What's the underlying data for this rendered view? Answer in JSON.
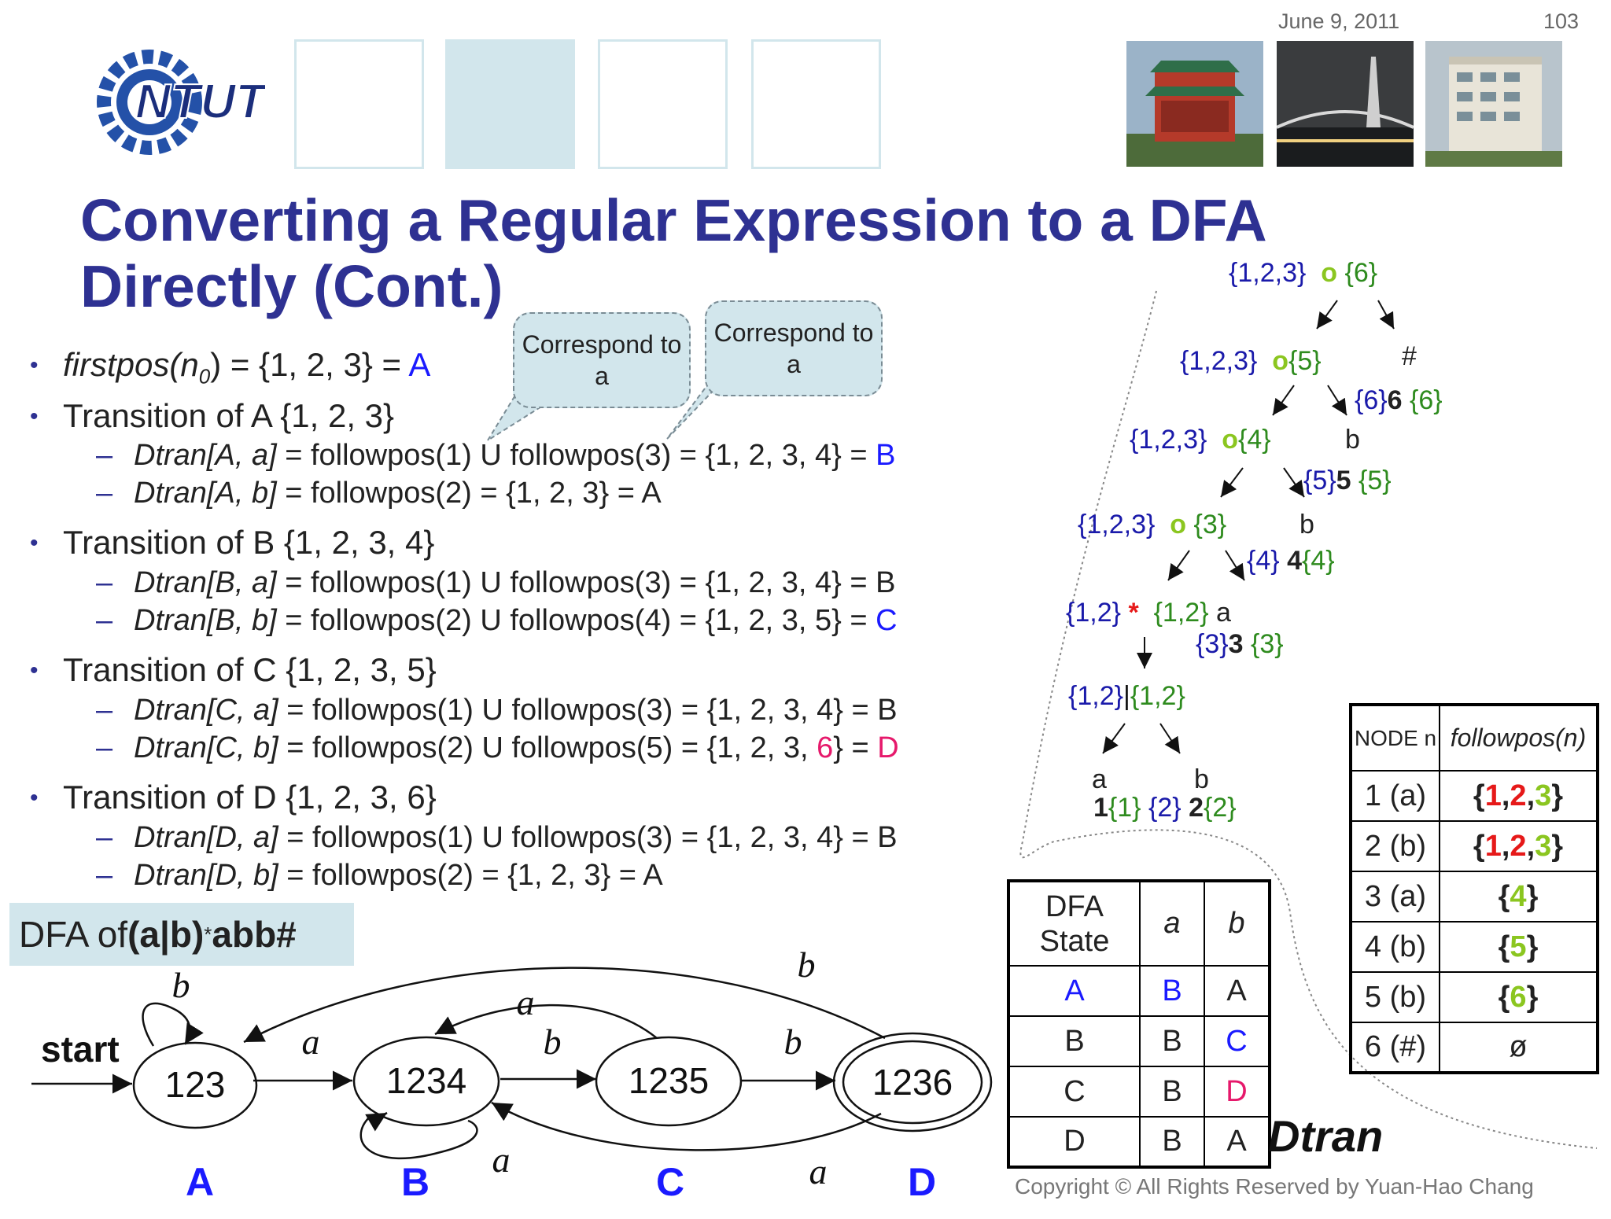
{
  "header": {
    "date": "June 9, 2011",
    "page": "103"
  },
  "logo": {
    "text": "NTUT"
  },
  "title": {
    "line1": "Converting a Regular Expression to a DFA",
    "line2": "Directly (Cont.)"
  },
  "callouts": [
    {
      "text": "Correspond to a"
    },
    {
      "text": "Correspond to a"
    }
  ],
  "bullets": {
    "b1": {
      "label": "firstpos(n",
      "sub": "0",
      "rest": ") = {1, 2, 3} = ",
      "state": "A"
    },
    "b2": {
      "text": "Transition of A {1, 2, 3}",
      "s1a": "Dtran[A, a]",
      "s1b": " = followpos(1) U followpos(3) = {1, 2, 3, 4} = ",
      "s1c": "B",
      "s2a": "Dtran[A, b]",
      "s2b": " = followpos(2) = {1, 2, 3} = A"
    },
    "b3": {
      "text": "Transition of B {1, 2, 3, 4}",
      "s1a": "Dtran[B, a]",
      "s1b": " = followpos(1) U followpos(3) = {1, 2, 3, 4} = B",
      "s2a": "Dtran[B, b]",
      "s2b": " = followpos(2) U followpos(4) = {1, 2, 3, 5} = ",
      "s2c": "C"
    },
    "b4": {
      "text": "Transition of C {1, 2, 3, 5}",
      "s1a": "Dtran[C, a]",
      "s1b": " = followpos(1) U followpos(3) = {1, 2, 3, 4} = B",
      "s2a": "Dtran[C, b]",
      "s2b": " = followpos(2) U followpos(5) = {1, 2, 3, ",
      "s2c": "6",
      "s2d": "} = ",
      "s2e": "D"
    },
    "b5": {
      "text": "Transition of D {1, 2, 3, 6}",
      "s1a": "Dtran[D, a]",
      "s1b": " = followpos(1) U followpos(3) = {1, 2, 3, 4} = B",
      "s2a": "Dtran[D, b]",
      "s2b": " = followpos(2) = {1, 2, 3} = A"
    }
  },
  "dfa": {
    "label_prefix": "DFA of ",
    "label_expr": "(a|b)",
    "label_sup": "*",
    "label_suffix": "abb#",
    "start": "start",
    "states": [
      {
        "name": "123",
        "letter": "A"
      },
      {
        "name": "1234",
        "letter": "B"
      },
      {
        "name": "1235",
        "letter": "C"
      },
      {
        "name": "1236",
        "letter": "D"
      }
    ],
    "edges": {
      "a123_1234": "a",
      "b123_self": "b",
      "a1234_self": "a",
      "b1234_1235": "b",
      "a1235_1234": "a",
      "b1235_1236": "b",
      "a1236_1234": "a",
      "b1236_123": "b"
    }
  },
  "tree": {
    "n1": {
      "first": "{1,2,3}",
      "op": "o",
      "last": "{6}"
    },
    "n2": {
      "first": "{1,2,3}",
      "op": "o",
      "last": "{5}",
      "hash": "#"
    },
    "leaf6": {
      "first": "{6}",
      "num": "6",
      "last": "{6}"
    },
    "n3": {
      "first": "{1,2,3}",
      "op": "o",
      "last": "{4}",
      "sym": "b"
    },
    "leaf5": {
      "first": "{5}",
      "num": "5",
      "last": "{5}"
    },
    "n4": {
      "first": "{1,2,3}",
      "op": "o",
      "last": "{3}",
      "sym": "b"
    },
    "leaf4": {
      "first": "{4}",
      "num": "4",
      "last": "{4}"
    },
    "star": {
      "first": "{1,2}",
      "op": "*",
      "last": "{1,2}",
      "sym": "a"
    },
    "leaf3": {
      "first": "{3}",
      "num": "3",
      "last": "{3}"
    },
    "or": {
      "first": "{1,2}",
      "op": "|",
      "last": "{1,2}"
    },
    "leafa": {
      "sym": "a",
      "num": "1",
      "first": "{1}",
      "last": "{2}"
    },
    "leafb": {
      "sym": "b",
      "num": "2",
      "last": "{2}"
    }
  },
  "dtran_table": {
    "headers": [
      "DFA State",
      "a",
      "b"
    ],
    "rows": [
      [
        "A",
        "B",
        "A"
      ],
      [
        "B",
        "B",
        "C"
      ],
      [
        "C",
        "B",
        "D"
      ],
      [
        "D",
        "B",
        "A"
      ]
    ],
    "caption": "Dtran"
  },
  "followpos_table": {
    "headers": [
      "NODE n",
      "followpos(n)"
    ],
    "rows": [
      {
        "node": "1 (a)",
        "p1": "1",
        "p2": "2",
        "p3": "3"
      },
      {
        "node": "2 (b)",
        "p1": "1",
        "p2": "2",
        "p3": "3"
      },
      {
        "node": "3 (a)",
        "val": "4"
      },
      {
        "node": "4 (b)",
        "val": "5"
      },
      {
        "node": "5 (b)",
        "val": "6"
      },
      {
        "node": "6 (#)",
        "empty": "ø"
      }
    ]
  },
  "colors": {
    "title": "#2e3192",
    "blue": "#1a1aff",
    "magenta": "#e6196b",
    "green": "#2e8b1e",
    "panel": "#d2e6ec"
  },
  "copyright": "Copyright © All Rights Reserved by Yuan-Hao Chang"
}
